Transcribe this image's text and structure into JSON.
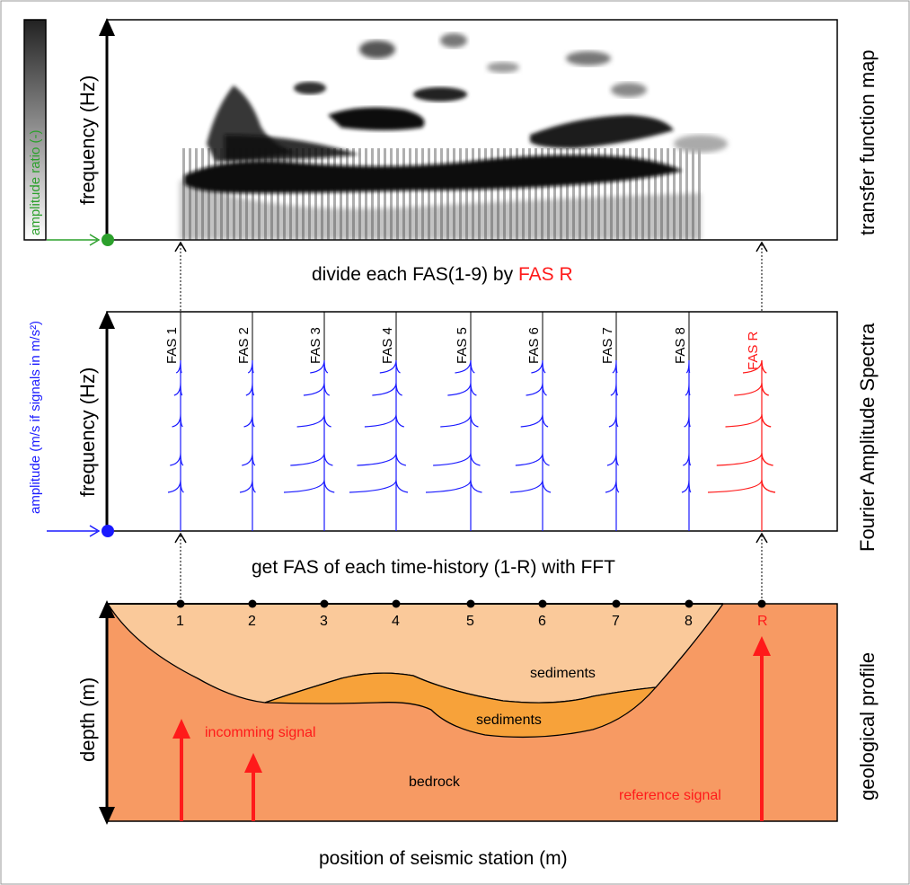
{
  "panels": {
    "transfer": {
      "side_label": "transfer function map",
      "y_axis": "frequency (Hz)",
      "colorbar_label": "amplitude ratio (-)"
    },
    "fas": {
      "side_label": "Fourier Amplitude Spectra",
      "y_axis": "frequency (Hz)",
      "amplitude_label": "amplitude (m/s if signals in m/s²)",
      "spectra_labels": [
        "FAS 1",
        "FAS 2",
        "FAS 3",
        "FAS 4",
        "FAS 5",
        "FAS 6",
        "FAS 7",
        "FAS 8",
        "FAS R"
      ]
    },
    "geology": {
      "side_label": "geological profile",
      "y_axis": "depth (m)",
      "station_labels": [
        "1",
        "2",
        "3",
        "4",
        "5",
        "6",
        "7",
        "8",
        "R"
      ],
      "layer_upper": "sediments",
      "layer_lower": "sediments",
      "bedrock": "bedrock",
      "incoming": "incomming signal",
      "reference": "reference signal"
    }
  },
  "captions": {
    "divide_prefix": "divide each FAS(1-9) by ",
    "divide_highlight": "FAS R",
    "get_fas": "get FAS of each time-history (1-R) with FFT",
    "x_axis": "position of seismic station (m)"
  },
  "colors": {
    "blue": "#1a1aff",
    "red": "#ff1a1a",
    "green": "#2ca02c",
    "bedrock": "#f79a63",
    "upper_sediments": "#fac99a",
    "lower_sediments": "#f7a23a"
  }
}
